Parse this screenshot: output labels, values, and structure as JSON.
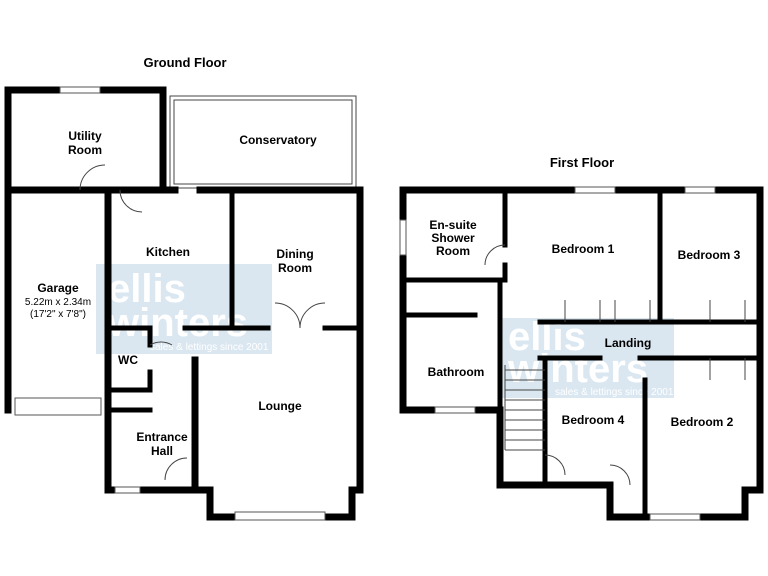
{
  "ground_floor": {
    "title": "Ground Floor",
    "rooms": {
      "utility": "Utility\nRoom",
      "conservatory": "Conservatory",
      "garage": "Garage",
      "garage_dim_m": "5.22m x 2.34m",
      "garage_dim_ft": "(17'2\" x 7'8\")",
      "kitchen": "Kitchen",
      "dining": "Dining\nRoom",
      "wc": "WC",
      "lounge": "Lounge",
      "hall": "Entrance\nHall"
    }
  },
  "first_floor": {
    "title": "First Floor",
    "rooms": {
      "ensuite": "En-suite\nShower\nRoom",
      "bed1": "Bedroom 1",
      "bed3": "Bedroom 3",
      "landing": "Landing",
      "bathroom": "Bathroom",
      "bed4": "Bedroom 4",
      "bed2": "Bedroom 2"
    }
  },
  "watermark": {
    "line1": "ellis",
    "line2": "winters",
    "tagline": "sales & lettings since 2001"
  },
  "colors": {
    "wall": "#000000",
    "watermark": "#d3e3ee"
  }
}
